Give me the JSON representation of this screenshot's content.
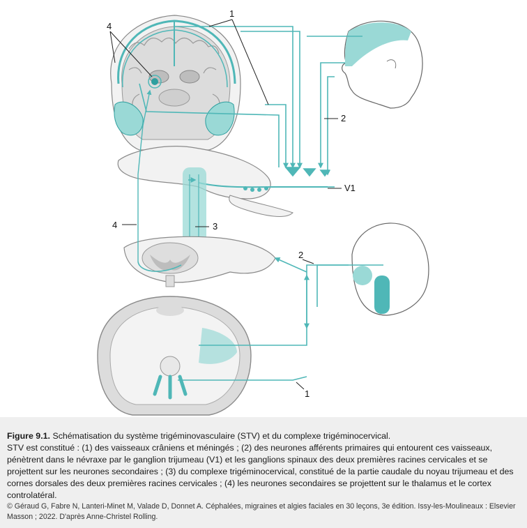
{
  "labels": {
    "n1_top": "1",
    "n4_top": "4",
    "n2_right": "2",
    "v1": "V1",
    "n4_left": "4",
    "n3": "3",
    "n2_neck": "2",
    "n1_bottom": "1"
  },
  "caption": {
    "figure_number": "Figure 9.1.",
    "title": "Schématisation du système trigéminovasculaire (STV) et du complexe trigéminocervical.",
    "body": "STV est constitué : (1) des vaisseaux crâniens et méningés ; (2) des neurones afférents primaires qui entourent ces vaisseaux, pénètrent dans le névraxe par le ganglion trijumeau (V1) et les ganglions spinaux des deux premières racines cervicales et se projettent sur les neurones secondaires ; (3) du complexe trigéminocervical, constitué de la partie caudale du noyau trijumeau et des cornes dorsales des deux premières racines cervicales ; (4) les neurones secondaires se projettent sur le thalamus et le cortex controlatéral.",
    "copyright": "© Géraud G, Fabre N, Lanteri-Minet M, Valade D, Donnet A. Céphalées, migraines et algies faciales en 30 leçons, 3e édition. Issy-les-Moulineaux : Elsevier Masson ; 2022. D'après Anne-Christel Rolling."
  },
  "colors": {
    "teal": "#4fb7b7",
    "teal_light": "#9ad9d6",
    "teal_dark": "#2e9f9f",
    "grey_fill": "#e4e4e4",
    "grey_line": "#8a8a8a",
    "caption_bg": "#efefef"
  }
}
